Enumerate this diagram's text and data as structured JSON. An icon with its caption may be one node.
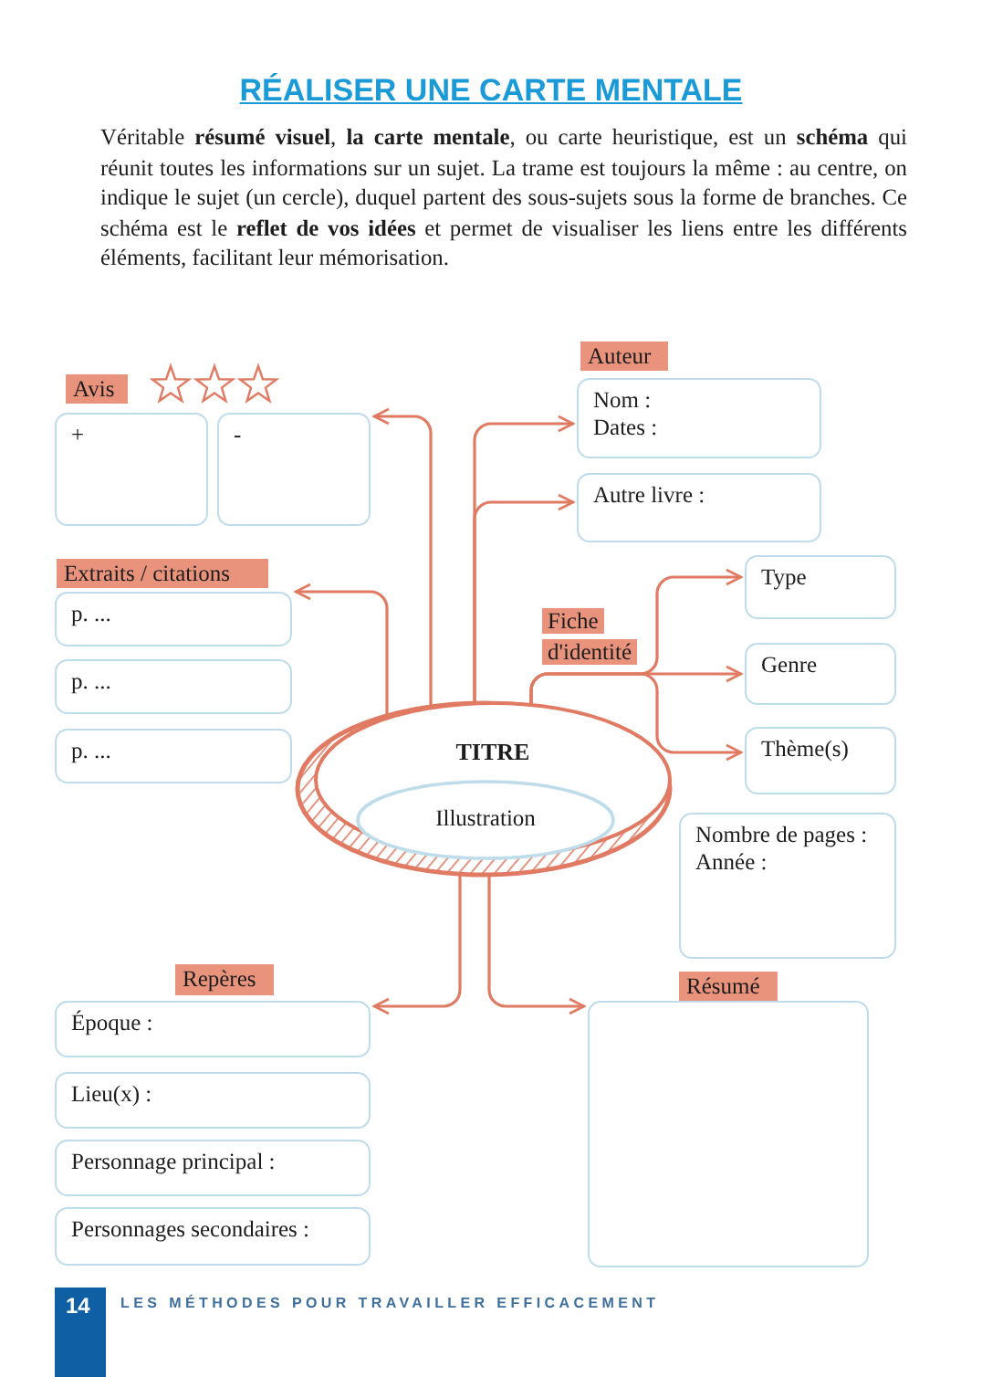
{
  "diagram": {
    "title": "RÉALISER UNE CARTE MENTALE",
    "nodes": [
      {
        "text": [
          "TITRE"
        ]
      },
      {
        "text": [
          "Illustration"
        ],
        "in": 0
      },
      {
        "text": [
          "Avis"
        ]
      },
      {
        "text": [
          "+"
        ]
      },
      {
        "text": [
          "-"
        ]
      },
      {
        "text": [
          "Auteur"
        ]
      },
      {
        "text": [
          "Nom :",
          "Dates :"
        ]
      },
      {
        "text": [
          "Autre livre :"
        ]
      },
      {
        "text": [
          "Extraits / citations"
        ]
      },
      {
        "text": [
          "p. ..."
        ]
      },
      {
        "text": [
          "p. ..."
        ]
      },
      {
        "text": [
          "p. ..."
        ]
      },
      {
        "text": [
          "Fiche d'identité"
        ]
      },
      {
        "text": [
          "Type"
        ]
      },
      {
        "text": [
          "Genre"
        ]
      },
      {
        "text": [
          "Thème(s)"
        ]
      },
      {
        "text": [
          "Nombre de pages :",
          "Année :"
        ]
      },
      {
        "text": [
          "Repères"
        ]
      },
      {
        "text": [
          "Époque :"
        ]
      },
      {
        "text": [
          "Lieu(x) :"
        ]
      },
      {
        "text": [
          "Personnage principal :"
        ]
      },
      {
        "text": [
          "Personnages secondaires :"
        ]
      },
      {
        "text": [
          "Résumé"
        ]
      },
      {
        "text": [],
        "shape": "box"
      }
    ],
    "edges": [
      {
        "from": 0,
        "to": 4,
        "arrow": "to"
      },
      {
        "from": 0,
        "to": 6,
        "arrow": "to"
      },
      {
        "from": 0,
        "to": 7,
        "arrow": "to"
      },
      {
        "from": 0,
        "to": 9,
        "arrow": "to"
      },
      {
        "from": 0,
        "to": 13,
        "arrow": "to"
      },
      {
        "from": 0,
        "to": 14,
        "arrow": "to"
      },
      {
        "from": 0,
        "to": 15,
        "arrow": "to"
      },
      {
        "from": 0,
        "to": 18,
        "arrow": "to"
      },
      {
        "from": 0,
        "to": 23,
        "arrow": "to"
      }
    ],
    "labels": [
      "Véritable **résumé visuel**, **la carte mentale**, ou carte heuristique, est un **schéma** qui réunit toutes les informations sur un sujet. La trame est toujours la même : au centre, on indique le sujet (un cercle), duquel partent des sous-sujets sous la forme de branches. Ce schéma est le **reflet de vos idées** et permet de visualiser les liens entre les différents éléments, facilitant leur mémorisation.",
      "14",
      "LES MÉTHODES POUR TRAVAILLER EFFICACEMENT"
    ]
  }
}
